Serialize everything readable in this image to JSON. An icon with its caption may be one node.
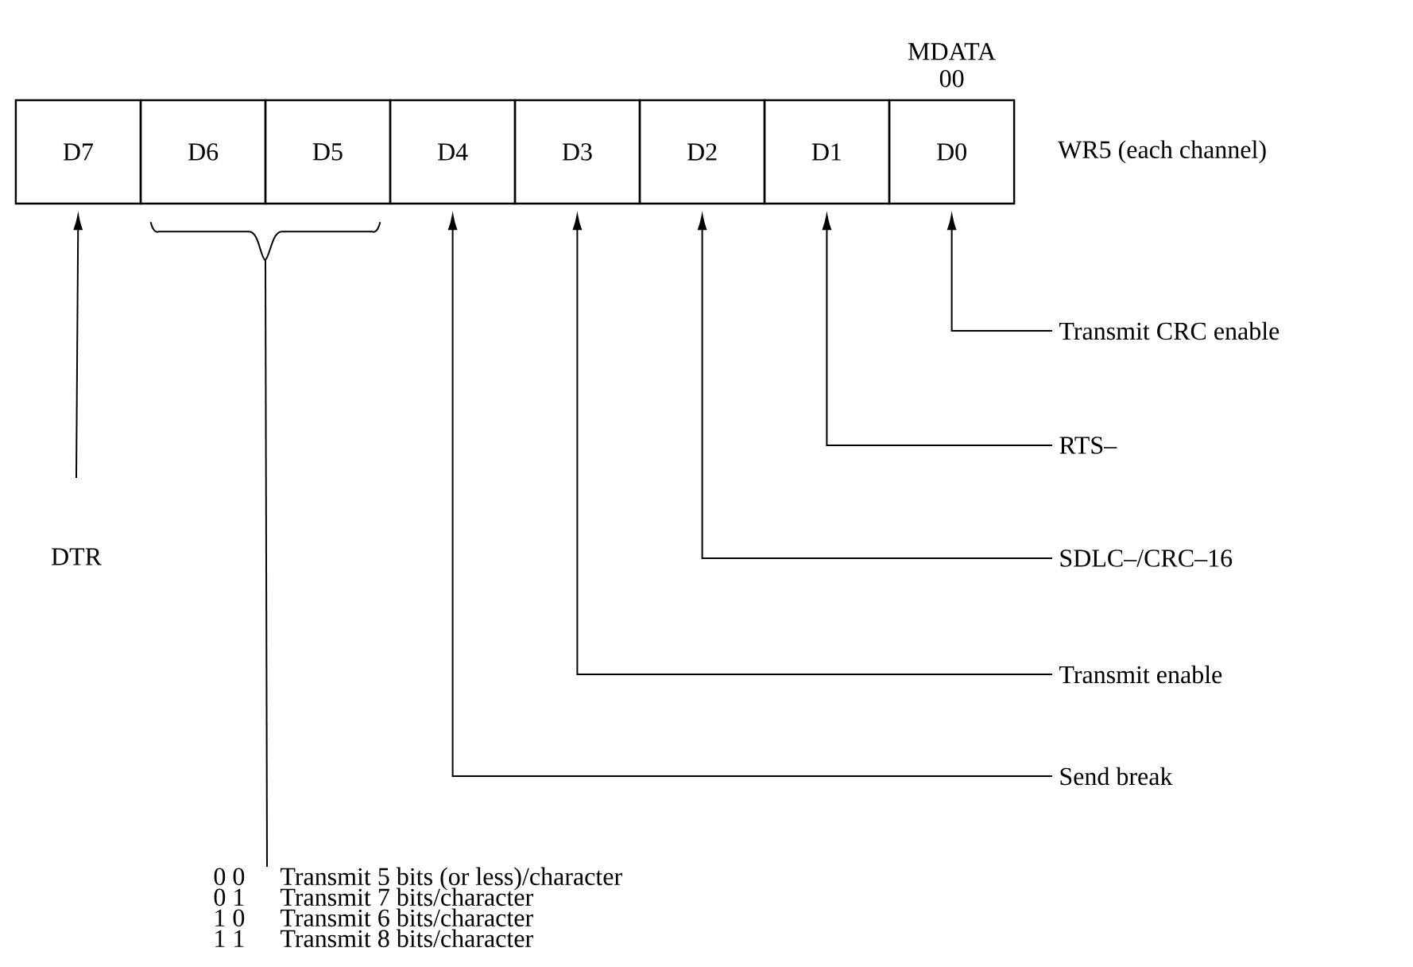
{
  "diagram": {
    "nodes": [
      {
        "text": [
          "D7"
        ]
      },
      {
        "text": [
          "D6"
        ]
      },
      {
        "text": [
          "D5"
        ]
      },
      {
        "text": [
          "D4"
        ]
      },
      {
        "text": [
          "D3"
        ]
      },
      {
        "text": [
          "D2"
        ]
      },
      {
        "text": [
          "D1"
        ]
      },
      {
        "text": [
          "D0"
        ],
        "beside": [
          "MDATA 00"
        ]
      },
      {
        "text": [
          "Transmit CRC enable"
        ]
      },
      {
        "text": [
          "RTS–"
        ]
      },
      {
        "text": [
          "SDLC–/CRC–16"
        ]
      },
      {
        "text": [
          "Transmit enable"
        ]
      },
      {
        "text": [
          "Send break"
        ]
      },
      {
        "text": [
          "DTR"
        ]
      },
      {
        "text": [
          "0 0",
          "Transmit 5 bits (or less)/character",
          "0 1",
          "Transmit 7 bits/character",
          "1 0",
          "Transmit 6 bits/character",
          "1 1",
          "Transmit 8 bits/character"
        ]
      }
    ],
    "edges": [
      {
        "from": 8,
        "to": 7,
        "arrow": "to"
      },
      {
        "from": 9,
        "to": 6,
        "arrow": "to"
      },
      {
        "from": 10,
        "to": 5,
        "arrow": "to"
      },
      {
        "from": 11,
        "to": 4,
        "arrow": "to"
      },
      {
        "from": 12,
        "to": 3,
        "arrow": "to"
      },
      {
        "from": 13,
        "to": 0,
        "arrow": "to"
      },
      {
        "from": 14,
        "to": 1,
        "arrow": "none"
      },
      {
        "from": 14,
        "to": 2,
        "arrow": "none"
      }
    ],
    "labels": [
      "WR5 (each channel)"
    ]
  }
}
